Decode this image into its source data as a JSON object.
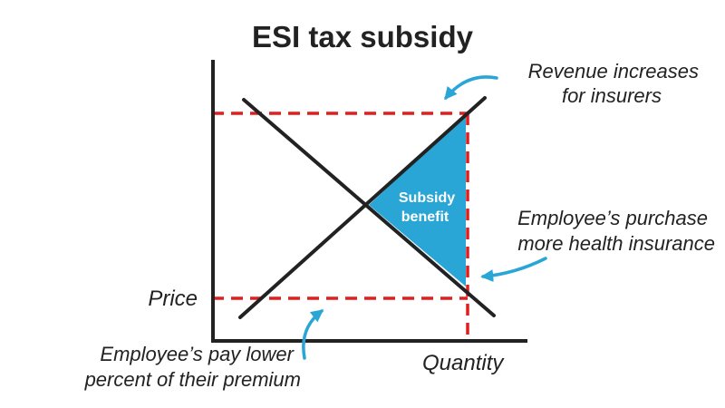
{
  "title": "ESI tax subsidy",
  "axes": {
    "y_label": "Price",
    "x_label": "Quantity"
  },
  "region": {
    "line1": "Subsidy",
    "line2": "benefit"
  },
  "annotations": {
    "revenue": {
      "line1": "Revenue increases",
      "line2": "for insurers"
    },
    "purchase": {
      "line1": "Employee’s purchase",
      "line2": "more health insurance"
    },
    "pay": {
      "line1": "Employee’s pay lower",
      "line2": "percent of their premium"
    }
  },
  "colors": {
    "text": "#222222",
    "axis": "#222222",
    "curve": "#222222",
    "guide": "#e01e1e",
    "region_fill": "#2aa6d6",
    "region_text": "#ffffff",
    "arrow": "#2aa6d6"
  }
}
